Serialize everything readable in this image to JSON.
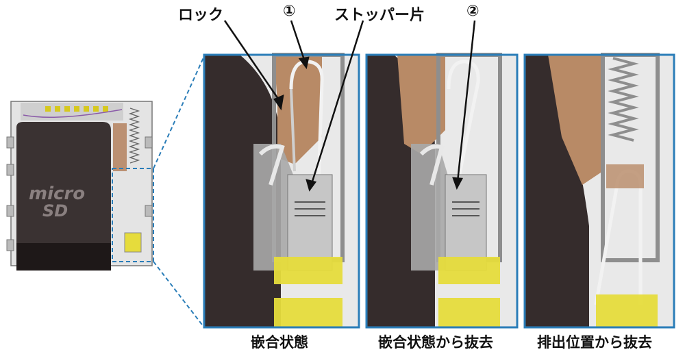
{
  "callouts": {
    "lock": "ロック",
    "marker_1": "①",
    "stopper": "ストッパー片",
    "marker_2": "②"
  },
  "overview": {
    "card_logo_micro": "micro",
    "card_logo_sd": "SD"
  },
  "panels": [
    {
      "caption": "嵌合状態"
    },
    {
      "caption": "嵌合状態から抜去"
    },
    {
      "caption": "排出位置から抜去"
    }
  ],
  "colors": {
    "frame_blue": "#2a7db8",
    "card_dark": "#3a3030",
    "metal_gray": "#9a9a9a",
    "housing_light": "#dcdcdc",
    "lock_brown": "#b07a55",
    "contact_yellow": "#e6dc3c"
  }
}
